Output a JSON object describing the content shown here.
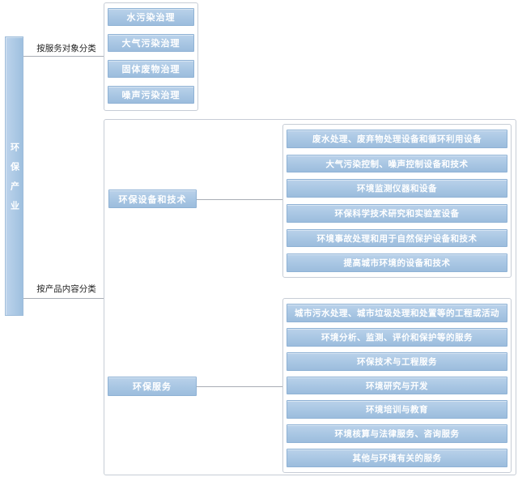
{
  "root": {
    "label": "环保产业"
  },
  "classifications": [
    {
      "label": "按服务对象分类",
      "items": [
        "水污染治理",
        "大气污染治理",
        "固体废物治理",
        "噪声污染治理"
      ]
    },
    {
      "label": "按产品内容分类",
      "groups": [
        {
          "label": "环保设备和技术",
          "items": [
            "废水处理、废弃物处理设备和循环利用设备",
            "大气污染控制、噪声控制设备和技术",
            "环境监测仪器和设备",
            "环保科学技术研究和实验室设备",
            "环境事故处理和用于自然保护设备和技术",
            "提高城市环境的设备和技术"
          ]
        },
        {
          "label": "环保服务",
          "items": [
            "城市污水处理、城市垃圾处理和处置等的工程或活动",
            "环境分析、监测、评价和保护等的服务",
            "环保技术与工程服务",
            "环境研究与开发",
            "环境培训与教育",
            "环境核算与法律服务、咨询服务",
            "其他与环境有关的服务"
          ]
        }
      ]
    }
  ],
  "colors": {
    "node_fill_top": "#bad2ea",
    "node_fill_bottom": "#9cbddd",
    "node_border": "#8fb2d5",
    "node_text": "#ffffff",
    "container_border": "#c7cdd6",
    "connector": "#a8adb5",
    "label_text": "#1f1f1f"
  }
}
